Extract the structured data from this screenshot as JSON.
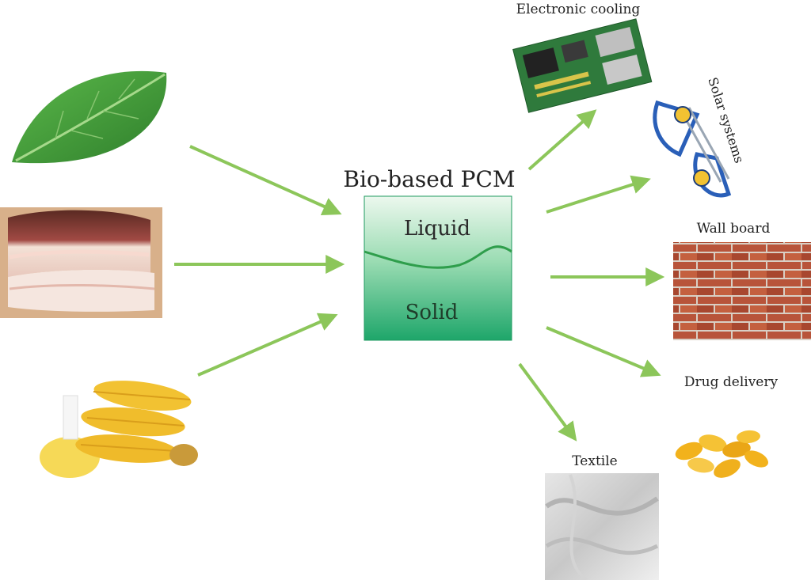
{
  "center": {
    "title": "Bio-based PCM",
    "liquid_label": "Liquid",
    "solid_label": "Solid"
  },
  "sources": [
    {
      "name": "leaf"
    },
    {
      "name": "animal-fat"
    },
    {
      "name": "corn-oil"
    }
  ],
  "applications": {
    "electronic_cooling": "Electronic cooling",
    "solar_systems": "Solar systems",
    "wall_board": "Wall board",
    "drug_delivery": "Drug delivery",
    "textile": "Textile"
  },
  "colors": {
    "arrow": "#8cc65a",
    "pcm_top": "#ecf8ee",
    "pcm_bottom": "#1ea66a",
    "curve": "#2f9e4c",
    "leaf": "#3c9a3a",
    "brick": "#b8543a",
    "capsule": "#f2b21c",
    "corn": "#f2c232"
  }
}
